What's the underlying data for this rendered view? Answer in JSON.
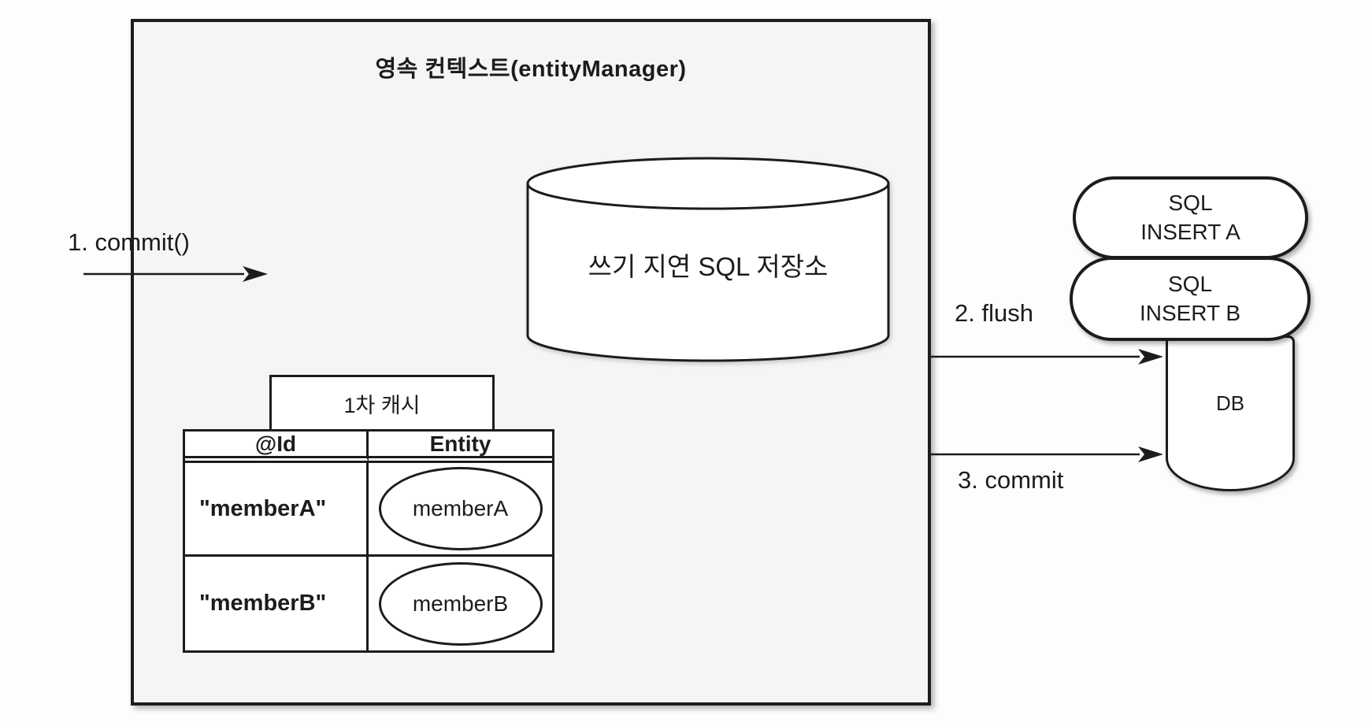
{
  "title": "영속 컨텍스트(entityManager)",
  "flow_labels": {
    "commit": "1. commit()",
    "flush": "2. flush",
    "final_commit": "3. commit"
  },
  "sql_store": {
    "label": "쓰기 지연 SQL 저장소"
  },
  "first_level_cache": {
    "title": "1차 캐시",
    "columns": [
      "@Id",
      "Entity"
    ],
    "rows": [
      {
        "id": "\"memberA\"",
        "entity": "memberA"
      },
      {
        "id": "\"memberB\"",
        "entity": "memberB"
      }
    ]
  },
  "sql_queue": [
    {
      "line1": "SQL",
      "line2": "INSERT A"
    },
    {
      "line1": "SQL",
      "line2": "INSERT B"
    }
  ],
  "database": {
    "label": "DB"
  },
  "colors": {
    "stroke": "#1c1c1c",
    "context_fill": "#f5f5f5",
    "shape_fill": "#ffffff",
    "background": "#fdfdfd"
  }
}
